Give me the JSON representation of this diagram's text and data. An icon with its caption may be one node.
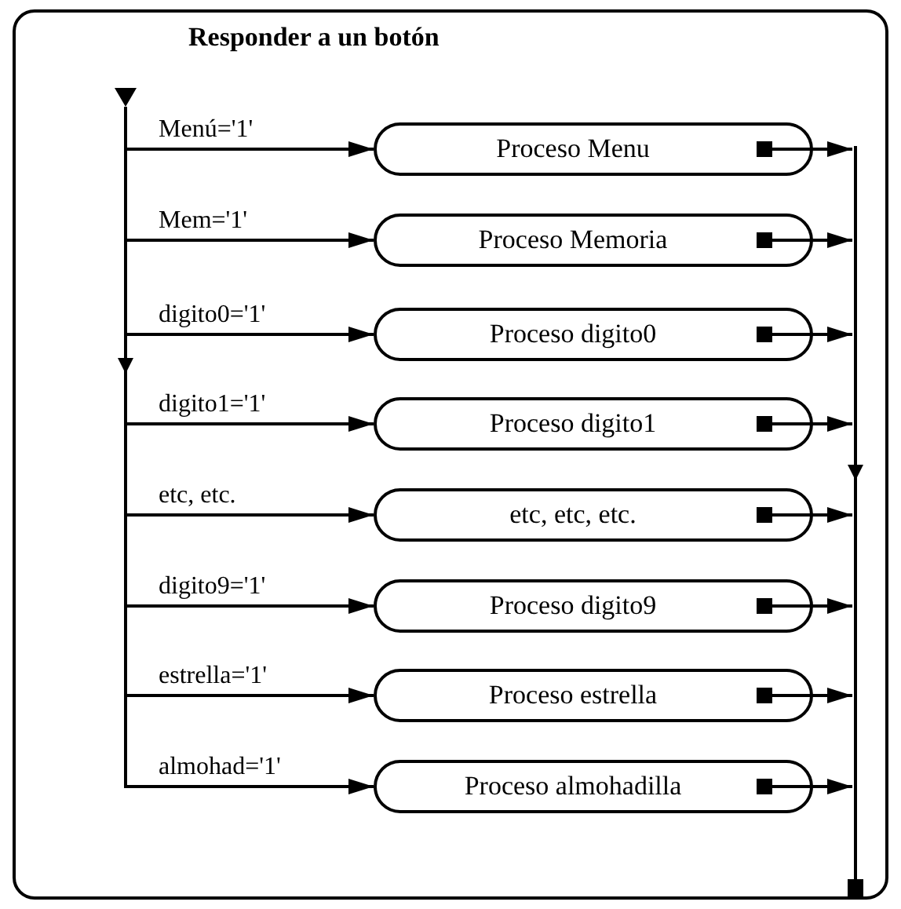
{
  "diagram": {
    "nodes": [
      {
        "text": [
          "Responder a un botón"
        ]
      },
      {
        "text": [],
        "shape": "triangle",
        "in": 0
      },
      {
        "text": [
          "Proceso Menu"
        ],
        "in": 0
      },
      {
        "text": [
          "Proceso Memoria"
        ],
        "in": 0
      },
      {
        "text": [
          "Proceso digito0"
        ],
        "in": 0
      },
      {
        "text": [
          "Proceso digito1"
        ],
        "in": 0
      },
      {
        "text": [
          "etc, etc, etc."
        ],
        "in": 0
      },
      {
        "text": [
          "Proceso digito9"
        ],
        "in": 0
      },
      {
        "text": [
          "Proceso estrella"
        ],
        "in": 0
      },
      {
        "text": [
          "Proceso almohadilla"
        ],
        "in": 0
      },
      {
        "text": [],
        "shape": "bar",
        "in": 0
      }
    ],
    "edges": [
      {
        "from": 1,
        "to": 2,
        "arrow": "to",
        "label": "Menú='1'"
      },
      {
        "from": 1,
        "to": 3,
        "arrow": "to",
        "label": "Mem='1'"
      },
      {
        "from": 1,
        "to": 4,
        "arrow": "to",
        "label": "digito0='1'"
      },
      {
        "from": 1,
        "to": 5,
        "arrow": "to",
        "label": "digito1='1'"
      },
      {
        "from": 1,
        "to": 6,
        "arrow": "to",
        "label": "etc, etc."
      },
      {
        "from": 1,
        "to": 7,
        "arrow": "to",
        "label": "digito9='1'"
      },
      {
        "from": 1,
        "to": 8,
        "arrow": "to",
        "label": "estrella='1'"
      },
      {
        "from": 1,
        "to": 9,
        "arrow": "to",
        "label": "almohad='1'"
      },
      {
        "from": 2,
        "to": 10,
        "arrow": "to"
      },
      {
        "from": 3,
        "to": 10,
        "arrow": "to"
      },
      {
        "from": 4,
        "to": 10,
        "arrow": "to"
      },
      {
        "from": 5,
        "to": 10,
        "arrow": "to"
      },
      {
        "from": 6,
        "to": 10,
        "arrow": "to"
      },
      {
        "from": 7,
        "to": 10,
        "arrow": "to"
      },
      {
        "from": 8,
        "to": 10,
        "arrow": "to"
      },
      {
        "from": 9,
        "to": 10,
        "arrow": "to"
      }
    ]
  }
}
